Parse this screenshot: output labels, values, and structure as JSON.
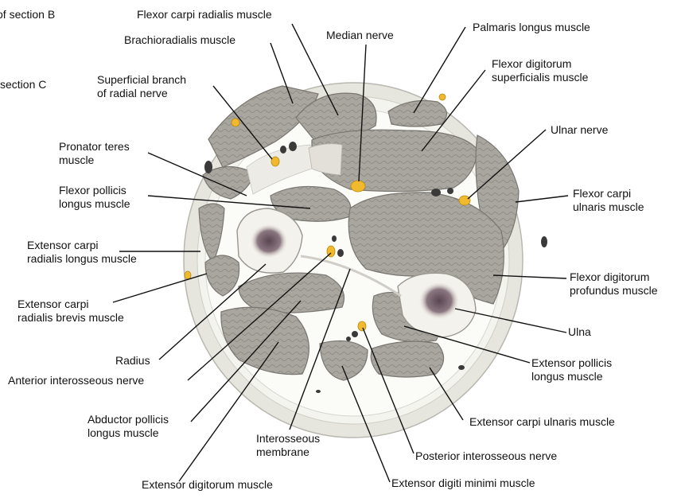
{
  "section_labels": {
    "section_b": "of section B",
    "section_c": "section C"
  },
  "labels": {
    "flexor_carpi_radialis": [
      "Flexor carpi radialis muscle"
    ],
    "brachioradialis": [
      "Brachioradialis muscle"
    ],
    "median_nerve": [
      "Median nerve"
    ],
    "palmaris_longus": [
      "Palmaris longus muscle"
    ],
    "superficial_radial": [
      "Superficial branch",
      "of radial nerve"
    ],
    "fds": [
      "Flexor digitorum",
      "superficialis muscle"
    ],
    "pronator_teres": [
      "Pronator teres",
      "muscle"
    ],
    "ulnar_nerve": [
      "Ulnar nerve"
    ],
    "fpl": [
      "Flexor pollicis",
      "longus muscle"
    ],
    "fcu": [
      "Flexor carpi",
      "ulnaris muscle"
    ],
    "ecrl": [
      "Extensor carpi",
      "radialis longus muscle"
    ],
    "fdp": [
      "Flexor digitorum",
      "profundus muscle"
    ],
    "ecrb": [
      "Extensor carpi",
      "radialis brevis muscle"
    ],
    "ulna": [
      "Ulna"
    ],
    "radius": [
      "Radius"
    ],
    "epl": [
      "Extensor pollicis",
      "longus muscle"
    ],
    "ain": [
      "Anterior interosseous nerve"
    ],
    "apl": [
      "Abductor pollicis",
      "longus muscle"
    ],
    "ecu": [
      "Extensor carpi ulnaris muscle"
    ],
    "interosseous_membrane": [
      "Interosseous",
      "membrane"
    ],
    "pin": [
      "Posterior interosseous nerve"
    ],
    "ed": [
      "Extensor digitorum muscle"
    ],
    "edm": [
      "Extensor digiti minimi muscle"
    ]
  },
  "colors": {
    "skin": "#e6e6df",
    "fascia": "#f7f7f3",
    "muscle": "#a8a49e",
    "muscle_edge": "#7a7670",
    "bone": "#f4f2ec",
    "marrow": "#6a5a62",
    "nerve": "#f0b92e",
    "vessel": "#3a3a3a",
    "leader": "#111111"
  }
}
